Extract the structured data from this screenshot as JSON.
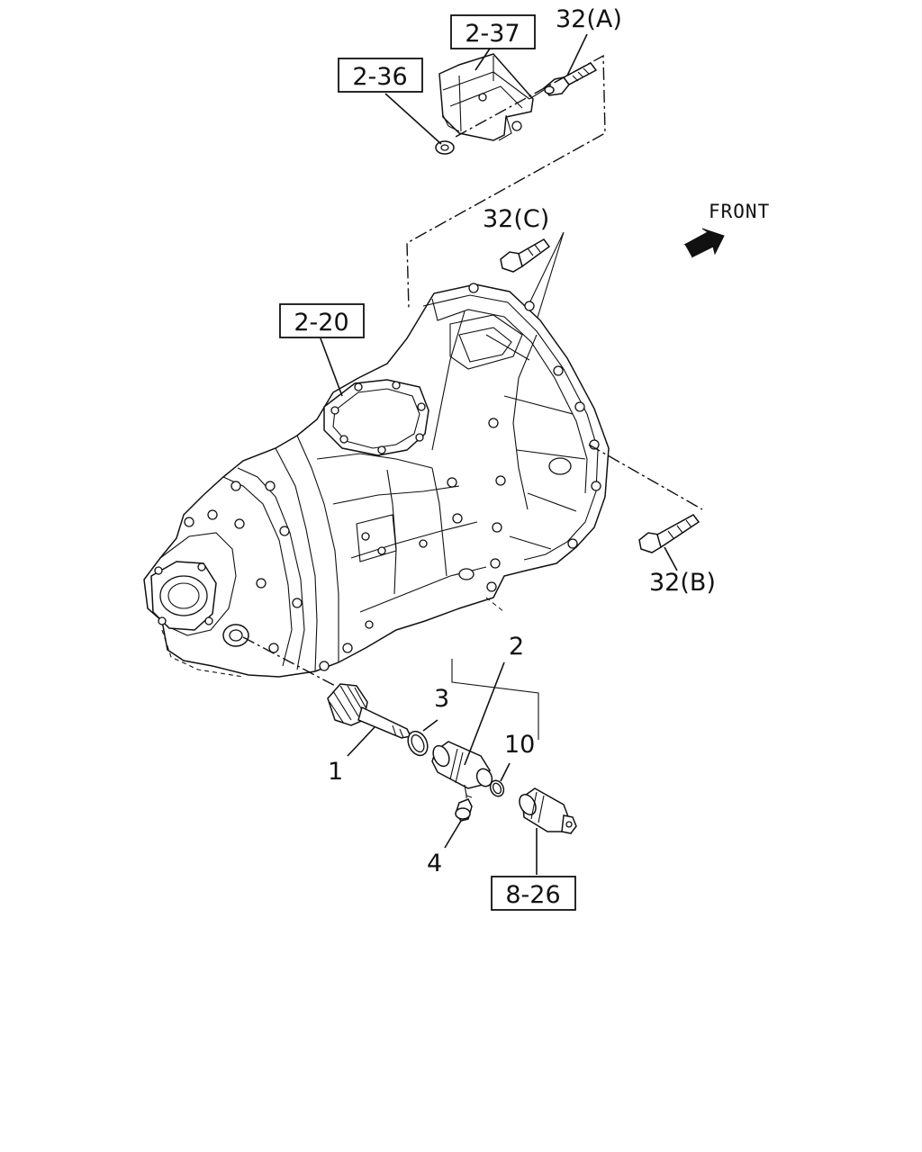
{
  "front_label": "FRONT",
  "refs": {
    "r_2_37": "2-37",
    "r_2_36": "2-36",
    "r_2_20": "2-20",
    "r_8_26": "8-26"
  },
  "parts": {
    "p1": "1",
    "p2": "2",
    "p3": "3",
    "p4": "4",
    "p10": "10",
    "p32a": "32(A)",
    "p32b": "32(B)",
    "p32c": "32(C)"
  }
}
